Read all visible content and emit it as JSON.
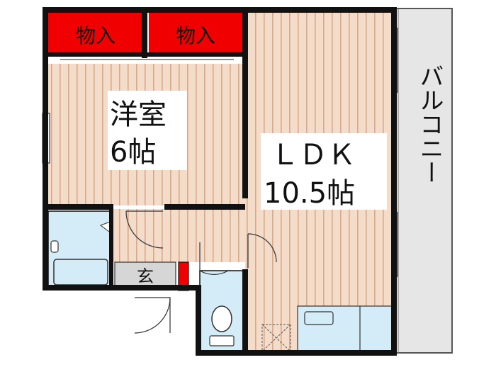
{
  "rooms": {
    "closet_left": "物入",
    "closet_right": "物入",
    "western_name": "洋室",
    "western_size": "6帖",
    "ldk_name": "ＬＤＫ",
    "ldk_size": "10.5帖",
    "entrance": "玄",
    "balcony": "バルコニー"
  },
  "colors": {
    "wall": "#111111",
    "floor_base": "#f4dccb",
    "floor_stripe": "#d7a98d",
    "closet": "#f00000",
    "wet_area": "#d3ecf7",
    "entrance_floor": "#d6d6d6",
    "balcony": "#e6e6e6"
  }
}
